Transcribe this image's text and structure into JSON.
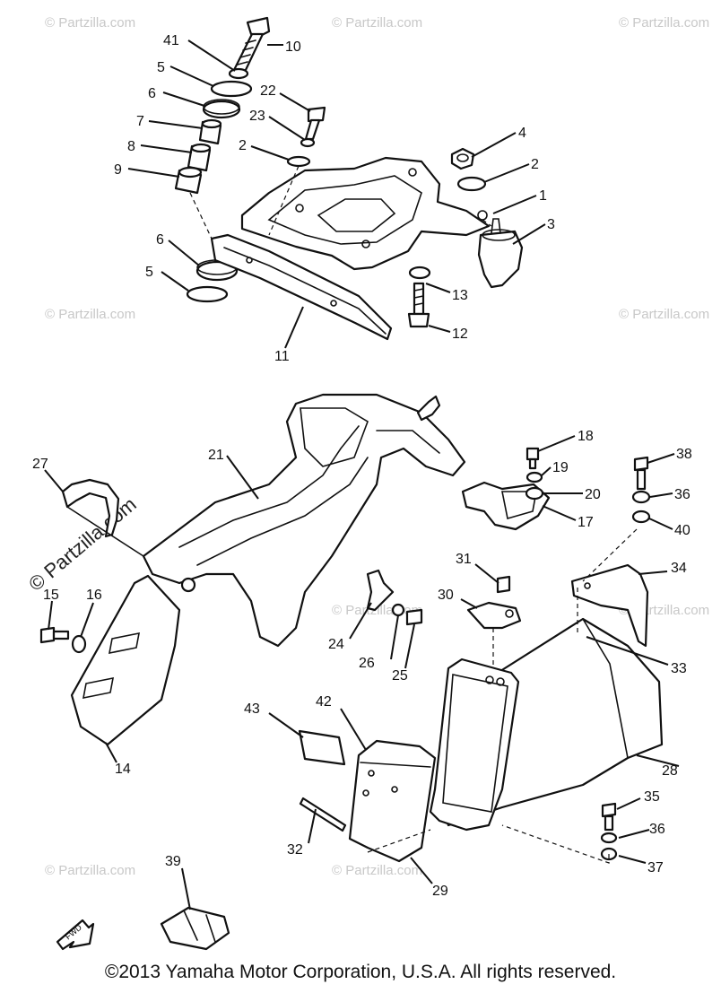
{
  "diagram": {
    "callouts": [
      "41",
      "10",
      "5",
      "6",
      "7",
      "8",
      "9",
      "22",
      "23",
      "2",
      "4",
      "2",
      "1",
      "3",
      "6",
      "5",
      "13",
      "12",
      "11",
      "21",
      "18",
      "19",
      "20",
      "17",
      "38",
      "36",
      "40",
      "27",
      "15",
      "16",
      "31",
      "30",
      "34",
      "24",
      "26",
      "25",
      "33",
      "14",
      "43",
      "42",
      "28",
      "35",
      "36",
      "37",
      "32",
      "29",
      "39"
    ],
    "watermark": "© Partzilla.com",
    "fwd_label": "FWD"
  },
  "footer": {
    "copyright": "©2013  Yamaha Motor Corporation, U.S.A. All rights reserved."
  }
}
